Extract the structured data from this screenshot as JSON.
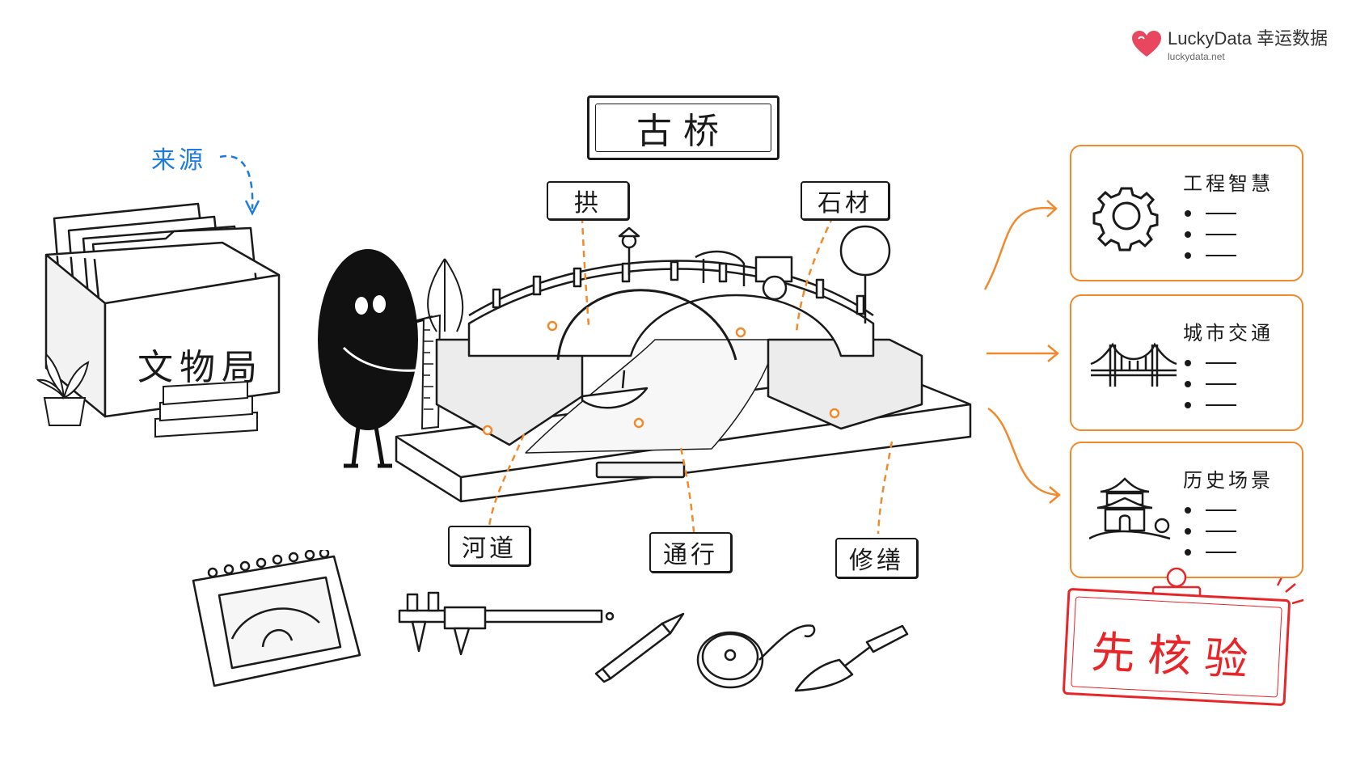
{
  "brand": {
    "name": "LuckyData 幸运数据",
    "url": "luckydata.net",
    "color": "#e8475f"
  },
  "title": "古桥",
  "source": {
    "label": "来源",
    "color": "#1e7be0"
  },
  "archive_box": {
    "label": "文物局"
  },
  "bridge_labels": {
    "arch": "拱",
    "stone": "石材",
    "river": "河道",
    "traffic": "通行",
    "repair": "修缮"
  },
  "cards": [
    {
      "title": "工程智慧",
      "icon": "gear-icon"
    },
    {
      "title": "城市交通",
      "icon": "suspension-bridge-icon"
    },
    {
      "title": "历史场景",
      "icon": "pavilion-icon"
    }
  ],
  "stamp": {
    "text": "先核验",
    "color": "#e8262a"
  },
  "colors": {
    "accent": "#f08a2c",
    "ink": "#1a1a1a"
  }
}
